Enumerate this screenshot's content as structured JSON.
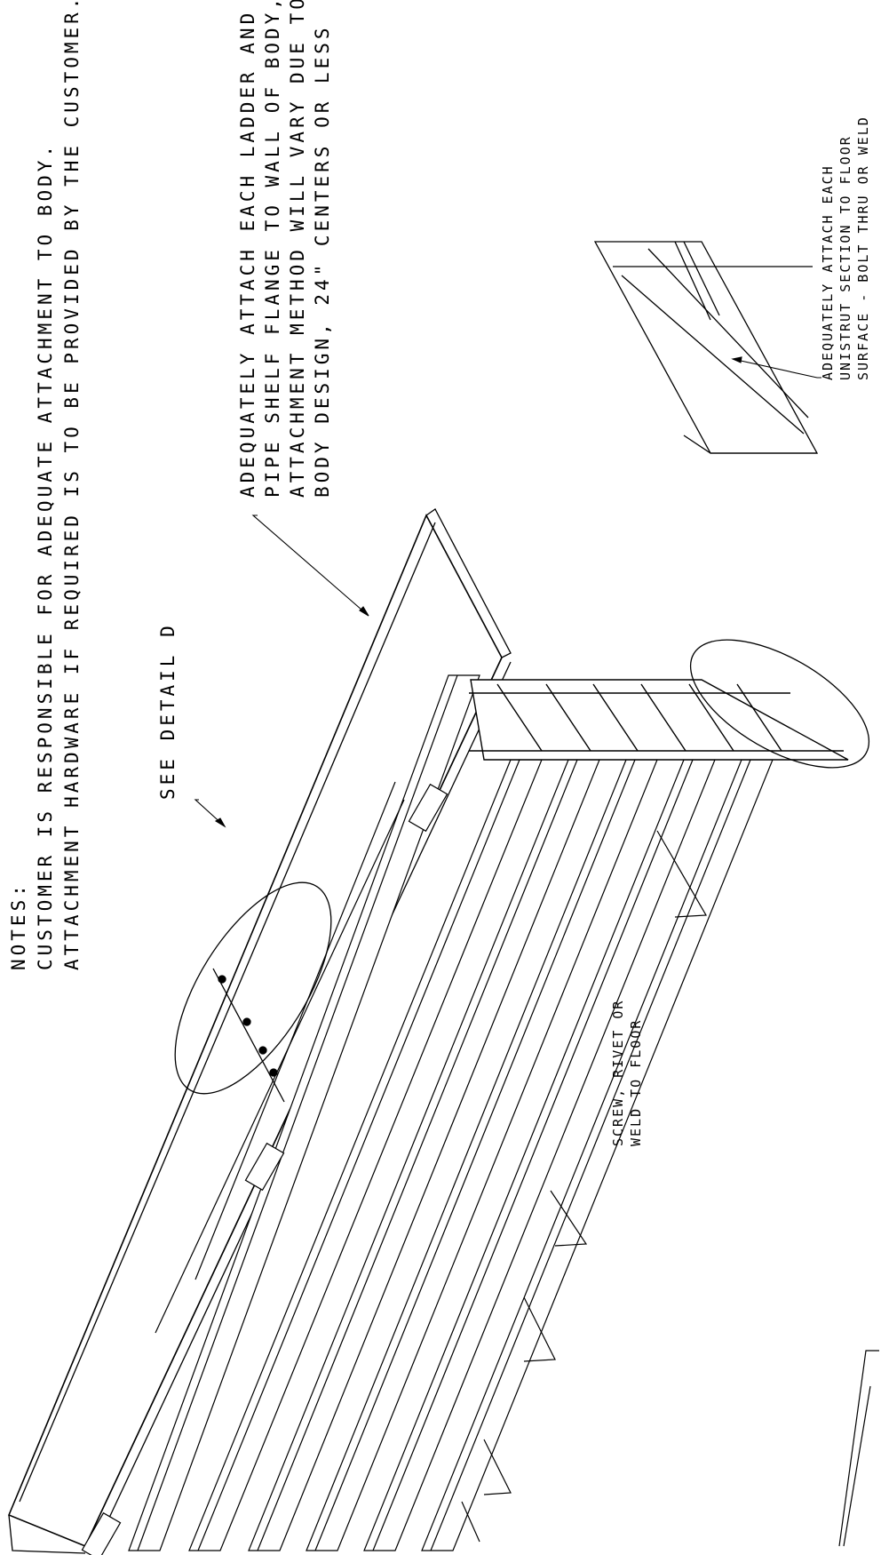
{
  "notes": {
    "heading": "NOTES:",
    "line1": "CUSTOMER IS RESPONSIBLE FOR ADEQUATE ATTACHMENT TO BODY.",
    "line2": "ATTACHMENT HARDWARE IF REQUIRED IS TO BE PROVIDED BY THE CUSTOMER."
  },
  "callouts": {
    "ladder_shelf": {
      "line1": "ADEQUATELY ATTACH EACH LADDER AND",
      "line2": "PIPE SHELF FLANGE TO WALL OF BODY,",
      "line3": "ATTACHMENT METHOD WILL VARY DUE TO",
      "line4": "BODY DESIGN, 24\" CENTERS OR LESS"
    },
    "see_detail": "SEE DETAIL D",
    "screw": {
      "line1": "SCREW, RIVET OR",
      "line2": "WELD TO FLOOR"
    },
    "unistrut": {
      "line1": "ADEQUATELY ATTACH EACH",
      "line2": "UNISTRUT SECTION TO FLOOR",
      "line3": "SURFACE - BOLT THRU OR WELD"
    }
  }
}
